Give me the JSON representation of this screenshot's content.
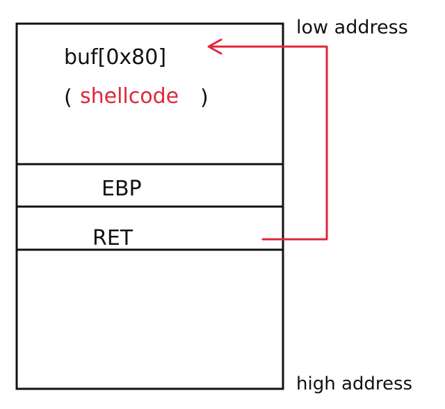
{
  "diagram": {
    "labels": {
      "low_address": "low address",
      "high_address": "high address",
      "buf": "buf[0x80]",
      "paren_open": "(",
      "shellcode": "shellcode",
      "paren_close": ")",
      "ebp": "EBP",
      "ret": "RET"
    },
    "colors": {
      "ink": "#111111",
      "accent": "#e0263a"
    }
  }
}
